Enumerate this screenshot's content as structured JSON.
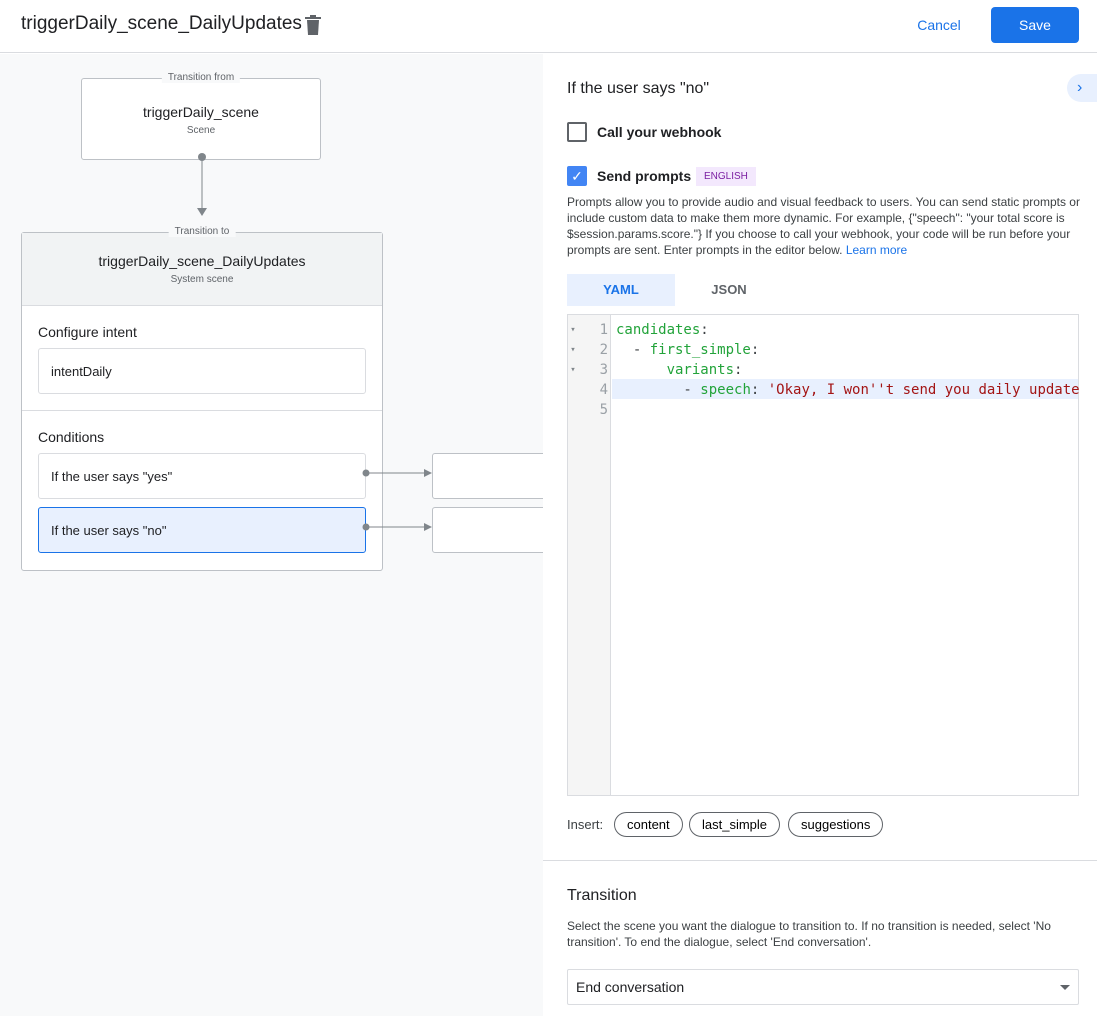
{
  "header": {
    "title": "triggerDaily_scene_DailyUpdates",
    "cancel": "Cancel",
    "save": "Save"
  },
  "canvas": {
    "from": {
      "label": "Transition from",
      "name": "triggerDaily_scene",
      "type": "Scene"
    },
    "to": {
      "label": "Transition to",
      "name": "triggerDaily_scene_DailyUpdates",
      "type": "System scene"
    },
    "intent_heading": "Configure intent",
    "intent": "intentDaily",
    "conditions_heading": "Conditions",
    "conditions": [
      "If the user says \"yes\"",
      "If the user says \"no\""
    ]
  },
  "panel": {
    "heading": "If the user says \"no\"",
    "webhook_label": "Call your webhook",
    "webhook_checked": false,
    "prompts_label": "Send prompts",
    "prompts_checked": true,
    "language_badge": "ENGLISH",
    "description": "Prompts allow you to provide audio and visual feedback to users. You can send static prompts or include custom data to make them more dynamic. For example, {\"speech\": \"your total score is $session.params.score.\"} If you choose to call your webhook, your code will be run before your prompts are sent. Enter prompts in the editor below.",
    "learn_more": "Learn more",
    "tabs": [
      "YAML",
      "JSON"
    ],
    "active_tab": "YAML",
    "code_lines": [
      {
        "n": "1",
        "key": "candidates",
        "pre": "",
        "post": ":",
        "str": ""
      },
      {
        "n": "2",
        "key": "first_simple",
        "pre": "  - ",
        "post": ":",
        "str": ""
      },
      {
        "n": "3",
        "key": "variants",
        "pre": "      ",
        "post": ":",
        "str": ""
      },
      {
        "n": "4",
        "key": "speech",
        "pre": "        - ",
        "post": ": ",
        "str": "'Okay, I won''t send you daily update"
      },
      {
        "n": "5",
        "key": "",
        "pre": "",
        "post": "",
        "str": ""
      }
    ],
    "insert_label": "Insert:",
    "insert_chips": [
      "content",
      "last_simple",
      "suggestions"
    ],
    "transition_heading": "Transition",
    "transition_desc": "Select the scene you want the dialogue to transition to. If no transition is needed, select 'No transition'. To end the dialogue, select 'End conversation'.",
    "transition_value": "End conversation"
  },
  "colors": {
    "accent": "#1a73e8",
    "code_key": "#22a33a",
    "code_string": "#a31515",
    "badge_bg": "#f3e8fd",
    "badge_text": "#7b1fa2"
  }
}
